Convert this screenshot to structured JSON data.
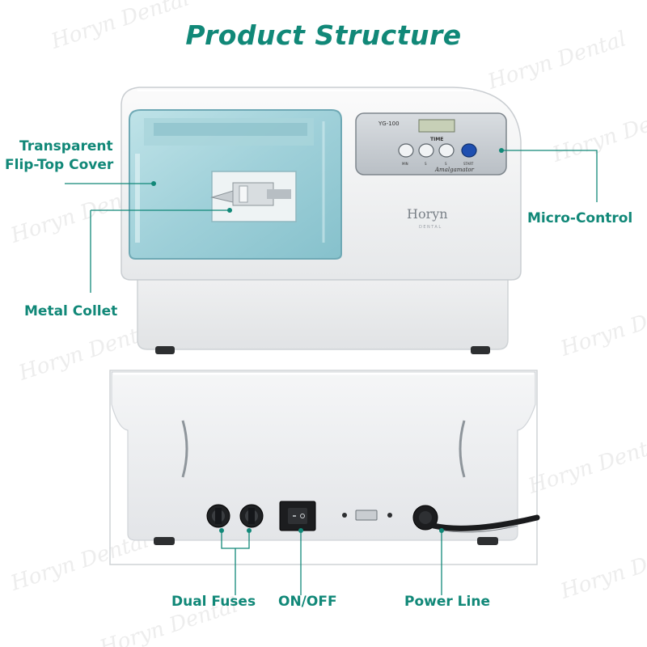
{
  "title": "Product Structure",
  "brand_color": "#118878",
  "device": {
    "brand": "Horyn",
    "brand_sub": "DENTAL",
    "model": "YG-100",
    "time_label": "TIME",
    "product_name": "Amalgamator",
    "buttons": [
      "MIN",
      "S",
      "S",
      "START"
    ]
  },
  "watermark": "Horyn Dental",
  "labels": {
    "cover": [
      "Transparent",
      "Flip-Top Cover"
    ],
    "collet": "Metal Collet",
    "control": "Micro-Control",
    "fuses": "Dual Fuses",
    "switch": "ON/OFF",
    "power": "Power Line"
  }
}
